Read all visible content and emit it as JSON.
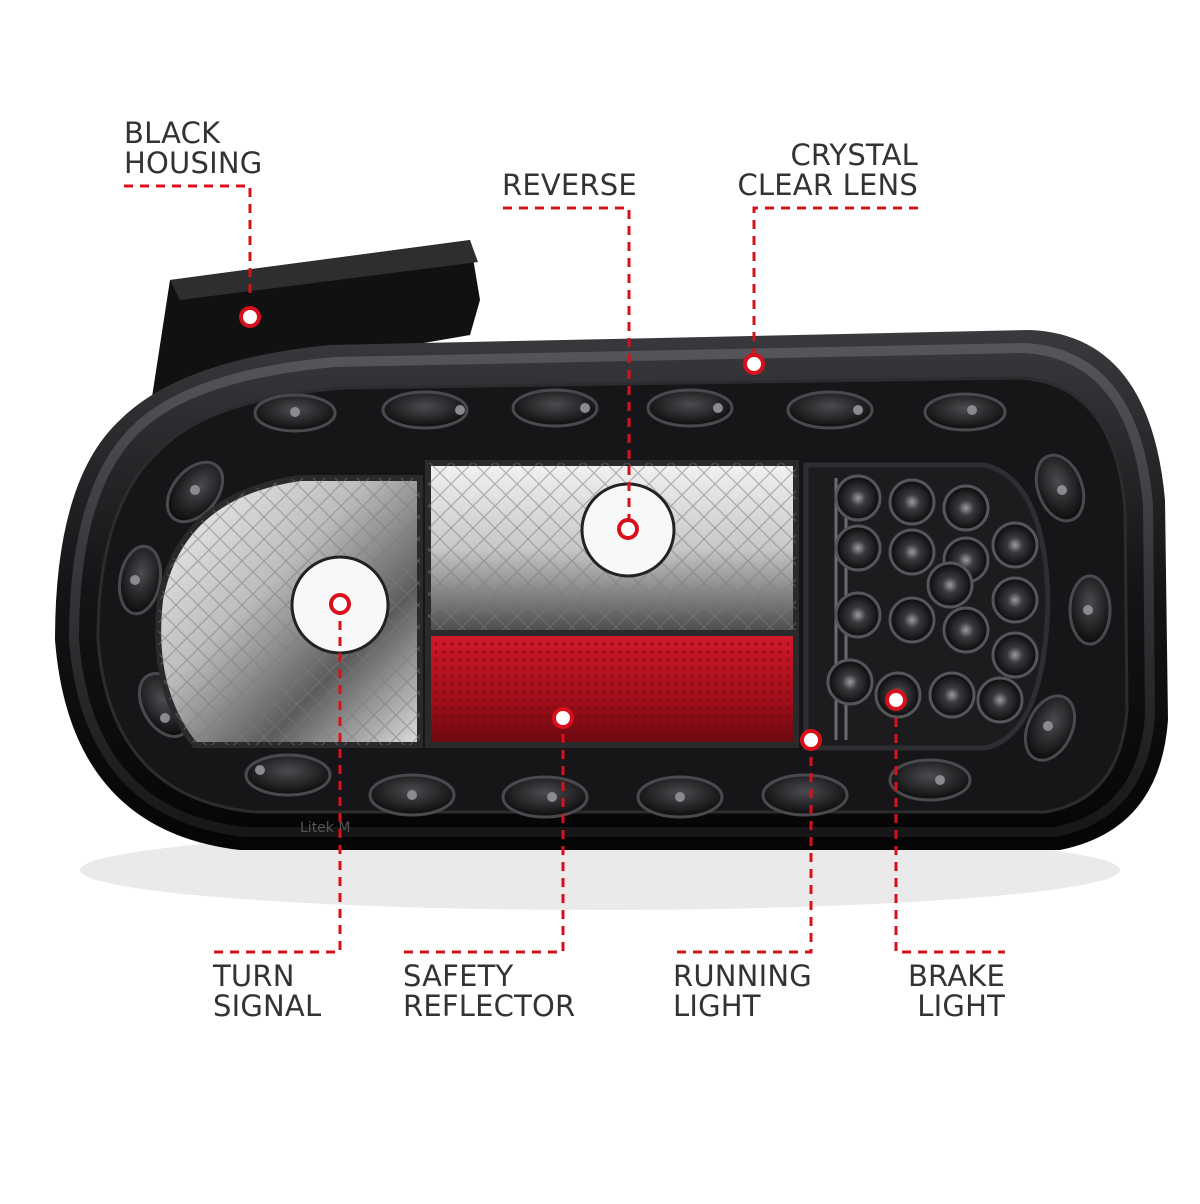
{
  "callouts": {
    "black_housing": {
      "line1": "BLACK",
      "line2": "HOUSING"
    },
    "reverse": {
      "line1": "REVERSE"
    },
    "crystal_clear_lens": {
      "line1": "CRYSTAL",
      "line2": "CLEAR LENS"
    },
    "turn_signal": {
      "line1": "TURN",
      "line2": "SIGNAL"
    },
    "safety_reflector": {
      "line1": "SAFETY",
      "line2": "REFLECTOR"
    },
    "running_light": {
      "line1": "RUNNING",
      "line2": "LIGHT"
    },
    "brake_light": {
      "line1": "BRAKE",
      "line2": "LIGHT"
    }
  },
  "housing_marking": "Litek M",
  "colors": {
    "callout_line": "#d8101c",
    "label_text": "#333333",
    "housing": "#1b1b1d",
    "reflector": "#b0101e"
  }
}
